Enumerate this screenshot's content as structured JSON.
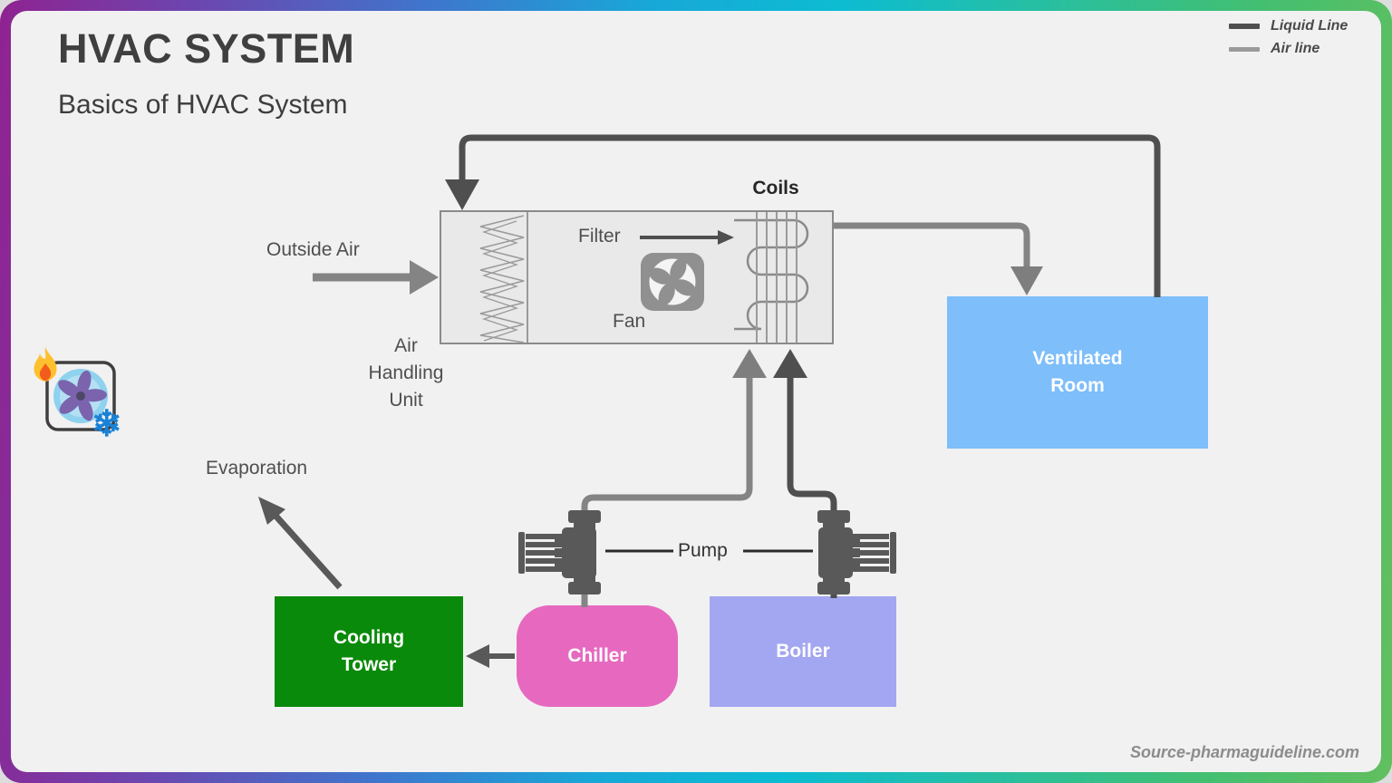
{
  "slide": {
    "title": "HVAC SYSTEM",
    "subtitle": "Basics of HVAC System",
    "source": "Source-pharmaguideline.com"
  },
  "legend": {
    "liquid_label": "Liquid Line",
    "air_label": "Air line"
  },
  "labels": {
    "outside_air": "Outside Air",
    "filter": "Filter",
    "fan": "Fan",
    "coils": "Coils",
    "air_handling_unit": "Air Handling Unit",
    "evaporation": "Evaporation",
    "pump": "Pump"
  },
  "nodes": {
    "ventilated_room": {
      "label": "Ventilated Room",
      "color": "#7ebefa"
    },
    "cooling_tower": {
      "label": "Cooling Tower",
      "color": "#0a8a0a"
    },
    "chiller": {
      "label": "Chiller",
      "color": "#e669bf"
    },
    "boiler": {
      "label": "Boiler",
      "color": "#a3a6f0"
    }
  },
  "icons": {
    "snowflake_glyph": "❄"
  },
  "colors": {
    "liquid_line": "#4f4f4f",
    "air_line": "#848484",
    "slide_background": "#f1f1f2",
    "ahu_fill": "#e9e9ea",
    "frame_gradient_left": "#8f2391",
    "frame_gradient_mid": "#0cbcd2",
    "frame_gradient_right": "#62bf5e"
  }
}
